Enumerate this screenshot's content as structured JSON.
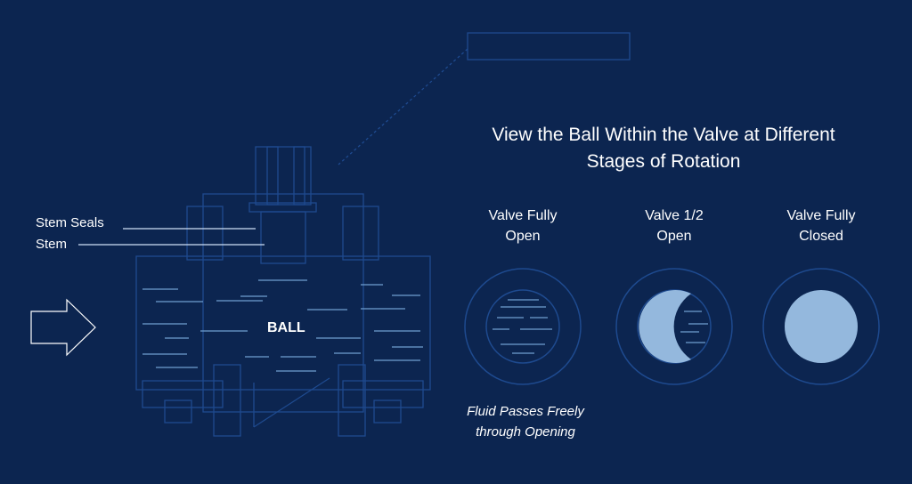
{
  "title_line1": "View the Ball Within the Valve at Different",
  "title_line2": "Stages of Rotation",
  "labels": {
    "stem_seals": "Stem Seals",
    "stem": "Stem",
    "ball": "BALL"
  },
  "stages": [
    {
      "line1": "Valve Fully",
      "line2": "Open",
      "state": "open"
    },
    {
      "line1": "Valve 1/2",
      "line2": "Open",
      "state": "half-open"
    },
    {
      "line1": "Valve Fully",
      "line2": "Closed",
      "state": "closed"
    }
  ],
  "caption_line1": "Fluid Passes Freely",
  "caption_line2": "through Opening",
  "colors": {
    "background": "#0c2550",
    "outline": "#1e4a8f",
    "ball_fill": "#94b8dd",
    "fluid_lines": "#6f9fd0"
  }
}
